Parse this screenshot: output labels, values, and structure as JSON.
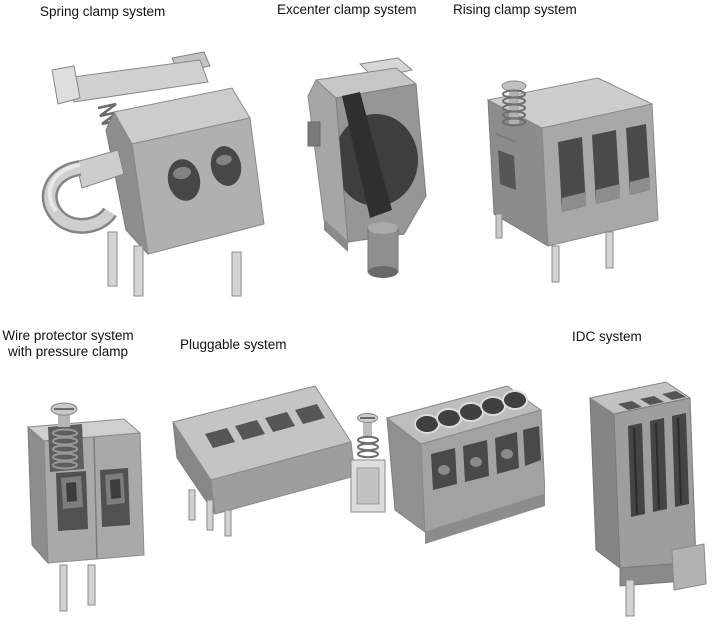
{
  "figure": {
    "items": [
      {
        "label": "Spring clamp system",
        "icon": "spring-clamp-illustration"
      },
      {
        "label": "Excenter clamp system",
        "icon": "excenter-clamp-illustration"
      },
      {
        "label": "Rising clamp system",
        "icon": "rising-clamp-illustration"
      },
      {
        "label": "Wire protector system\nwith pressure clamp",
        "icon": "wire-protector-illustration"
      },
      {
        "label": "Pluggable system",
        "icon": "pluggable-illustration"
      },
      {
        "label": "IDC system",
        "icon": "idc-illustration"
      }
    ],
    "colors": {
      "background": "#ffffff",
      "label_text": "#111111",
      "body_gray": "#b0b0b0",
      "light_gray": "#d4d4d4",
      "dark_gray": "#7e7e7e",
      "hole_dark": "#474747",
      "pin_metal": "#d2d2d2"
    }
  }
}
